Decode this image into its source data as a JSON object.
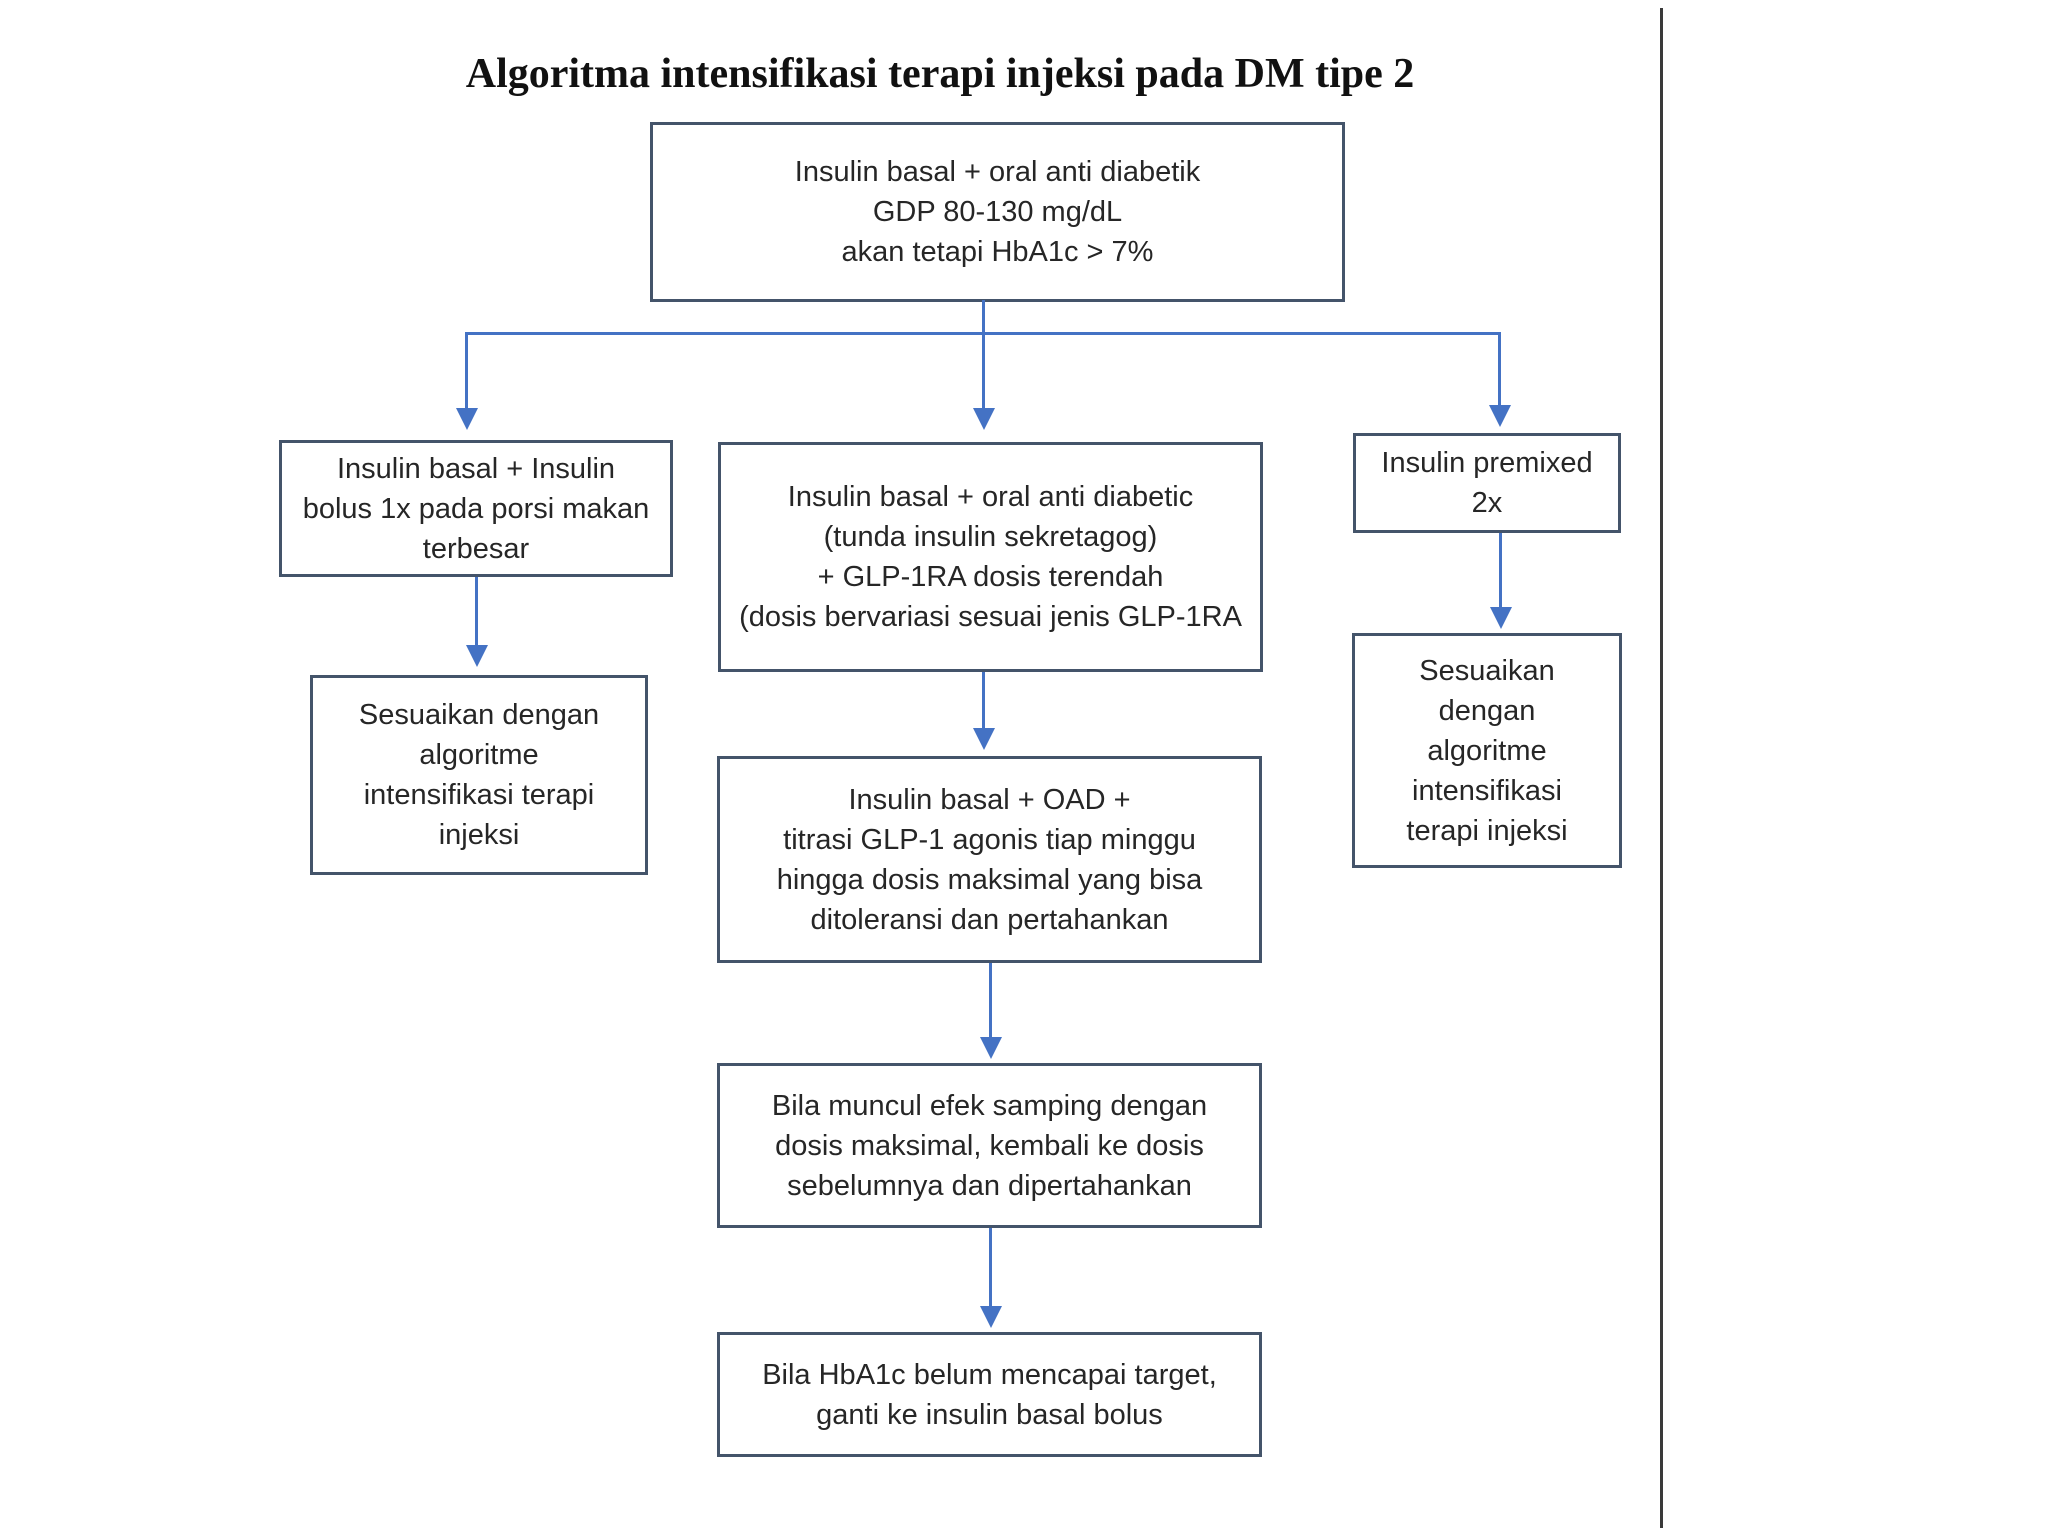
{
  "title": "Algoritma intensifikasi terapi injeksi pada DM tipe 2",
  "colors": {
    "box_border": "#44546a",
    "connector_arrow": "#4472c4",
    "text": "#262626",
    "divider_line": "#3a3a3a",
    "background": "#ffffff"
  },
  "diagram_type": "flowchart",
  "nodes": {
    "root": {
      "text": "Insulin basal + oral anti diabetik\nGDP 80-130 mg/dL\nakan tetapi HbA1c > 7%"
    },
    "left1": {
      "text": "Insulin basal + Insulin\nbolus 1x pada porsi makan\nterbesar"
    },
    "mid1": {
      "text": "Insulin basal + oral anti diabetic\n(tunda insulin sekretagog)\n+ GLP-1RA dosis terendah\n(dosis bervariasi sesuai jenis GLP-1RA"
    },
    "right1": {
      "text": "Insulin premixed\n2x"
    },
    "left2": {
      "text": "Sesuaikan dengan\nalgoritme\nintensifikasi terapi\ninjeksi"
    },
    "mid2": {
      "text": "Insulin basal + OAD +\ntitrasi  GLP-1 agonis tiap minggu\nhingga dosis maksimal yang bisa\nditoleransi dan pertahankan"
    },
    "mid3": {
      "text": "Bila muncul efek samping dengan\ndosis maksimal, kembali ke dosis\nsebelumnya dan dipertahankan"
    },
    "mid4": {
      "text": "Bila HbA1c belum mencapai target,\nganti ke insulin basal bolus"
    },
    "right2": {
      "text": "Sesuaikan\ndengan\nalgoritme\nintensifikasi\nterapi injeksi"
    }
  },
  "edges": [
    {
      "from": "root",
      "to": "left1"
    },
    {
      "from": "root",
      "to": "mid1"
    },
    {
      "from": "root",
      "to": "right1"
    },
    {
      "from": "left1",
      "to": "left2"
    },
    {
      "from": "mid1",
      "to": "mid2"
    },
    {
      "from": "mid2",
      "to": "mid3"
    },
    {
      "from": "mid3",
      "to": "mid4"
    },
    {
      "from": "right1",
      "to": "right2"
    }
  ]
}
